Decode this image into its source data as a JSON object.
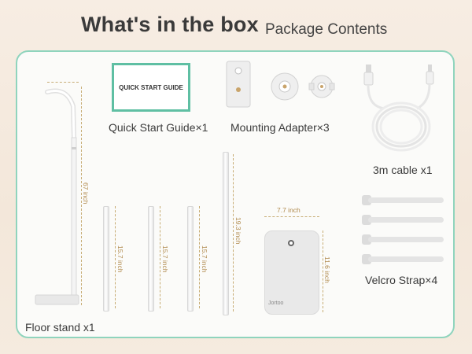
{
  "header": {
    "title": "What's in the box",
    "subtitle": "Package Contents"
  },
  "items": {
    "quick_start_guide": {
      "card_text": "QUICK START GUIDE",
      "label": "Quick Start Guide×1"
    },
    "mounting_adapter": {
      "label": "Mounting Adapter×3"
    },
    "cable": {
      "label": "3m cable x1"
    },
    "velcro": {
      "label": "Velcro Strap×4"
    },
    "floor_stand": {
      "label": "Floor stand x1",
      "height": "67 inch"
    },
    "short_poles": {
      "height": "15.7 inch"
    },
    "long_pole": {
      "height": "19.3 inch"
    },
    "bag": {
      "width": "7.7 inch",
      "height": "11.6 inch",
      "brand": "Jortoo"
    }
  },
  "colors": {
    "accent": "#8fd4bd",
    "guide_border": "#5fbfa3",
    "dimension": "#b08a4d"
  }
}
